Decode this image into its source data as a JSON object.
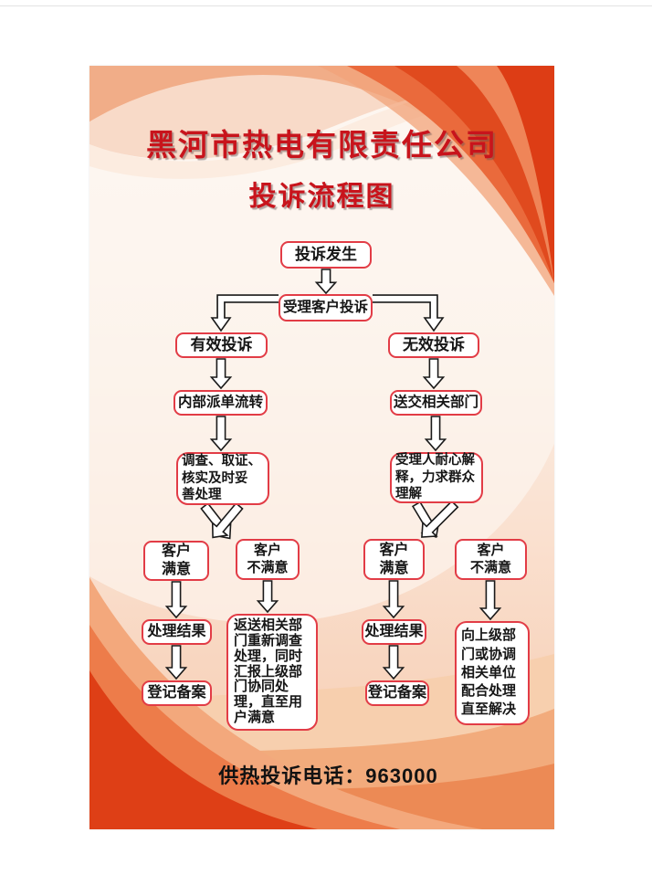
{
  "poster": {
    "title_line1": "黑河市热电有限责任公司",
    "title_line2": "投诉流程图",
    "hotline_label": "供热投诉电话：",
    "hotline_number": "963000",
    "colors": {
      "title_red": "#c8141c",
      "box_border_red": "#e23c46",
      "swoosh_red": "#de4018",
      "background_peach": "#f8d6c0"
    }
  },
  "flowchart": {
    "nodes": {
      "start": "投诉发生",
      "accept": "受理客户投诉",
      "valid": "有效投诉",
      "invalid": "无效投诉",
      "internal_dispatch": "内部派单流转",
      "send_department": "送交相关部门",
      "investigate": "调查、取证、\n核实及时妥\n善处理",
      "explain": "受理人耐心解\n释，力求群众\n理解",
      "satisfied_left": "客户\n满意",
      "unsatisfied_left": "客户\n不满意",
      "satisfied_right": "客户\n满意",
      "unsatisfied_right": "客户\n不满意",
      "result_left": "处理结果",
      "register_left": "登记备案",
      "resend": "返送相关部\n门重新调查\n处理，同时\n汇报上级部\n门协同处\n理，直至用\n户满意",
      "result_right": "处理结果",
      "register_right": "登记备案",
      "escalate": "向上级部\n门或协调\n相关单位\n配合处理\n直至解决"
    }
  }
}
